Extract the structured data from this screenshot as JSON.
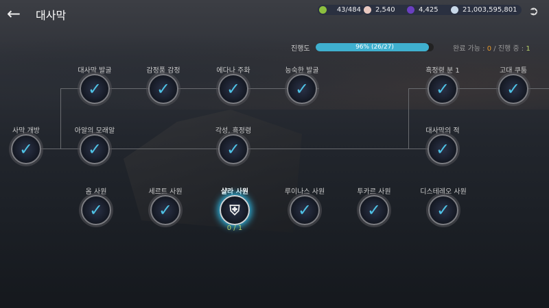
{
  "header": {
    "title": "대사막",
    "resources": [
      {
        "icon": "green-token-icon",
        "value": "43/484",
        "color": "#8cbf3f"
      },
      {
        "icon": "pearl-icon",
        "value": "2,540",
        "color": "#e8c8c0"
      },
      {
        "icon": "purple-orb-icon",
        "value": "4,425",
        "color": "#6a3fc0"
      },
      {
        "icon": "silver-coin-icon",
        "value": "21,003,595,801",
        "color": "#c8d8e8"
      }
    ]
  },
  "progress": {
    "label": "진행도",
    "percent": 96,
    "text": "96% (26/27)",
    "status_prefix": "완료 가능 : ",
    "available": "0",
    "separator": " / 진행 중 : ",
    "in_progress": "1",
    "available_color": "#e89a2a",
    "in_progress_color": "#b9d36a"
  },
  "nodes": [
    {
      "label": "대사막 발굴",
      "done": true
    },
    {
      "label": "감정품 감정",
      "done": true
    },
    {
      "label": "에다나 주화",
      "done": true
    },
    {
      "label": "능숙한 발굴",
      "done": true
    },
    {
      "label": "흑정령 분 1",
      "done": true
    },
    {
      "label": "고대 쿠툼",
      "done": true
    },
    {
      "label": "사막 개방",
      "done": true
    },
    {
      "label": "아알의 모래알",
      "done": true
    },
    {
      "label": "각성, 흑정령",
      "done": true
    },
    {
      "label": "대사막의 적",
      "done": true
    },
    {
      "label": "옴 사원",
      "done": true
    },
    {
      "label": "세르트 사원",
      "done": true
    },
    {
      "label": "샬라 사원",
      "done": false,
      "count": "0 / 1"
    },
    {
      "label": "루이나스 사원",
      "done": true
    },
    {
      "label": "투카르 사원",
      "done": true
    },
    {
      "label": "디스테레오 사원",
      "done": true
    }
  ]
}
